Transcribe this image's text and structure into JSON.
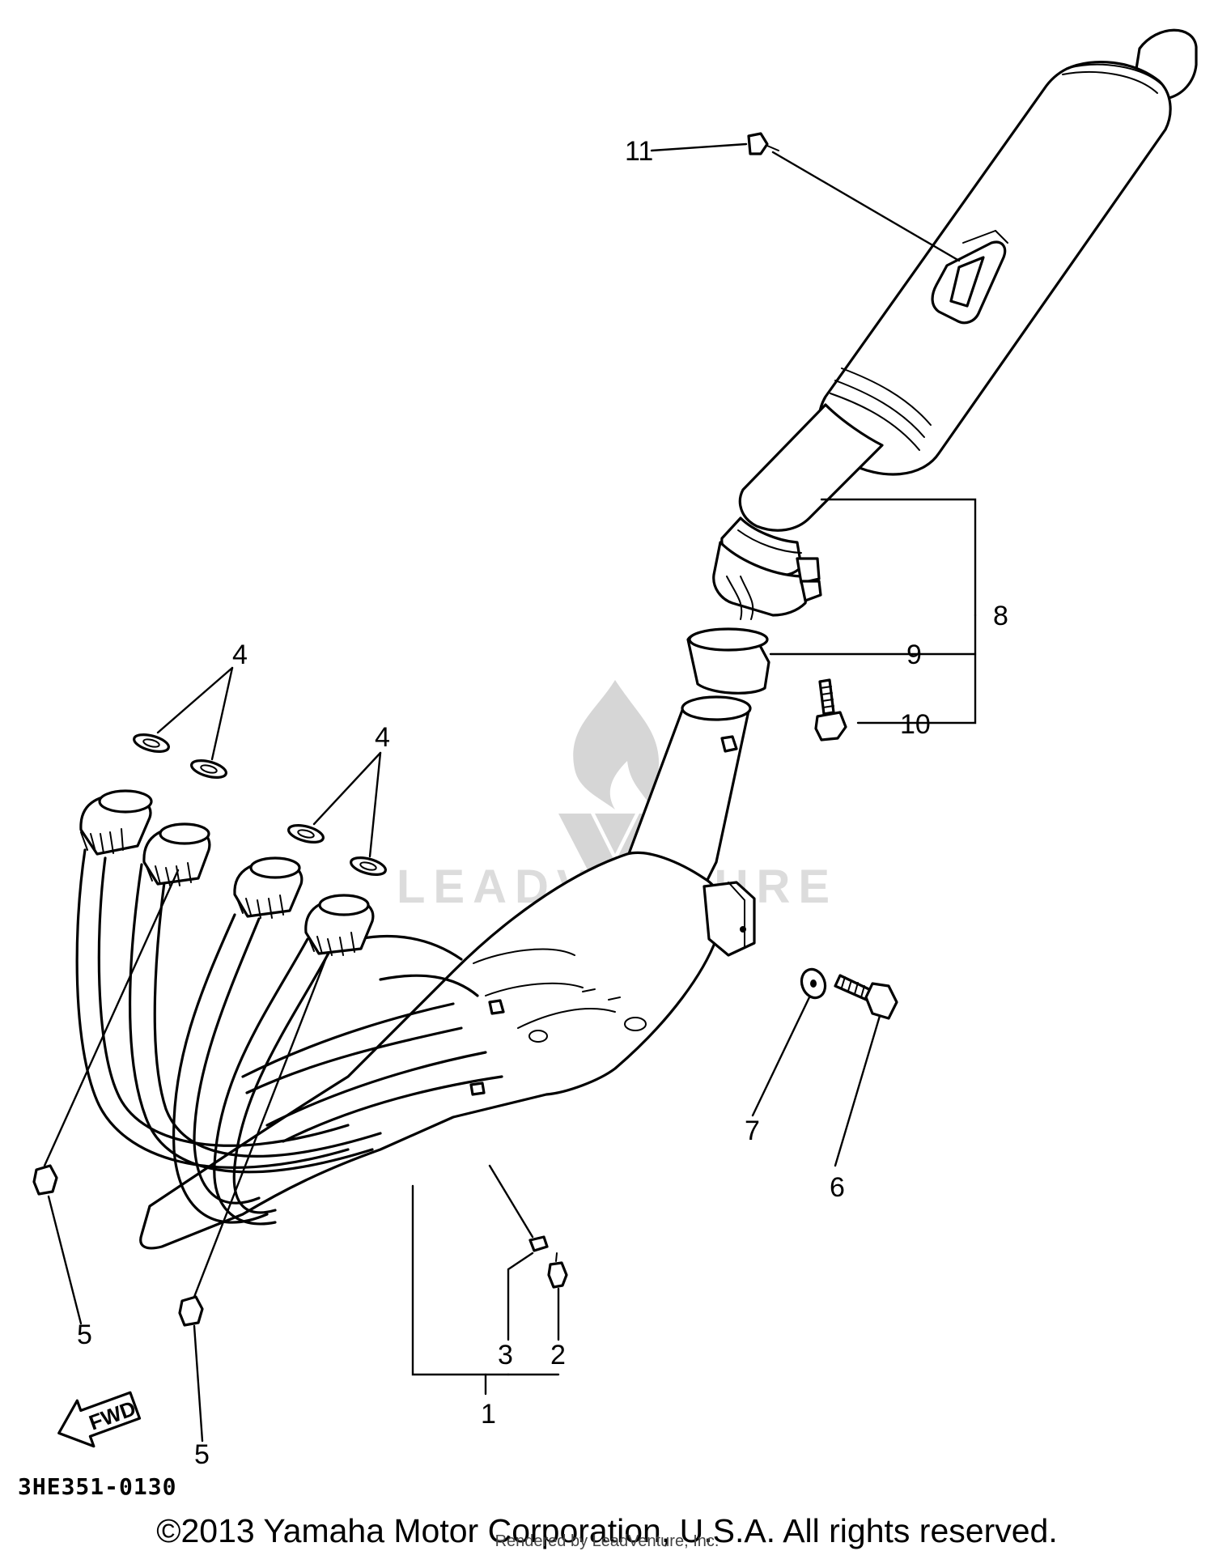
{
  "diagram": {
    "callouts": [
      "1",
      "2",
      "3",
      "4",
      "4",
      "5",
      "5",
      "6",
      "7",
      "8",
      "9",
      "10",
      "11"
    ],
    "direction_label": "FWD",
    "drawing_code": "3HE351-0130",
    "copyright": "©2013 Yamaha Motor Corporation, U.S.A. All rights reserved.",
    "rendered_by": "Rendered by LeadVenture, Inc.",
    "watermark_text": "LEADVENTURE",
    "line_color": "#000000",
    "watermark_color": "#d6d6d6"
  }
}
